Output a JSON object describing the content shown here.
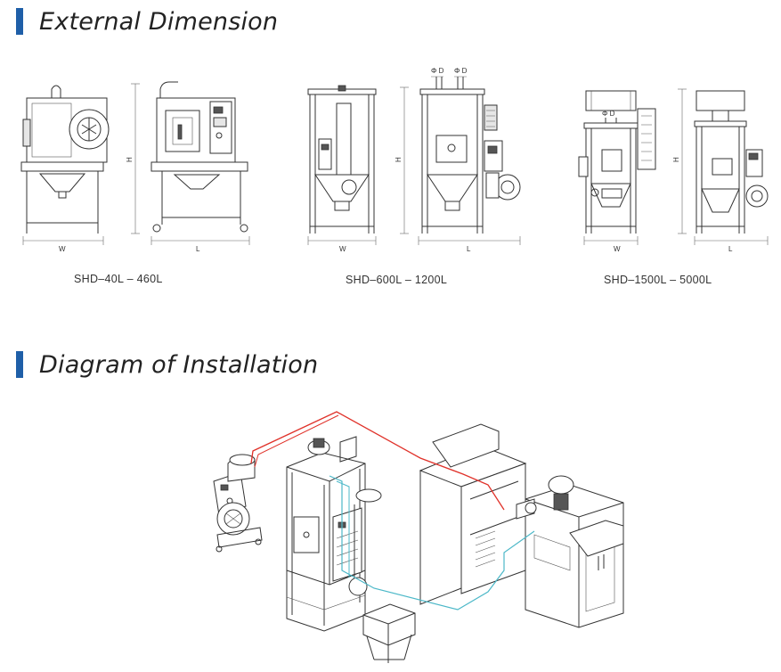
{
  "sections": {
    "external_dimension": {
      "title": "External Dimension"
    },
    "installation": {
      "title": "Diagram of Installation"
    }
  },
  "models": [
    {
      "caption": "SHD–40L – 460L"
    },
    {
      "caption": "SHD–600L – 1200L"
    },
    {
      "caption": "SHD–1500L – 5000L"
    }
  ],
  "dim_labels": {
    "width": "W",
    "length": "L",
    "height": "H",
    "diameter": "Φ D"
  },
  "colors": {
    "accent_bar": "#1f5fa8",
    "hot_air_line": "#e0322a",
    "material_line": "#4cb8c8"
  }
}
